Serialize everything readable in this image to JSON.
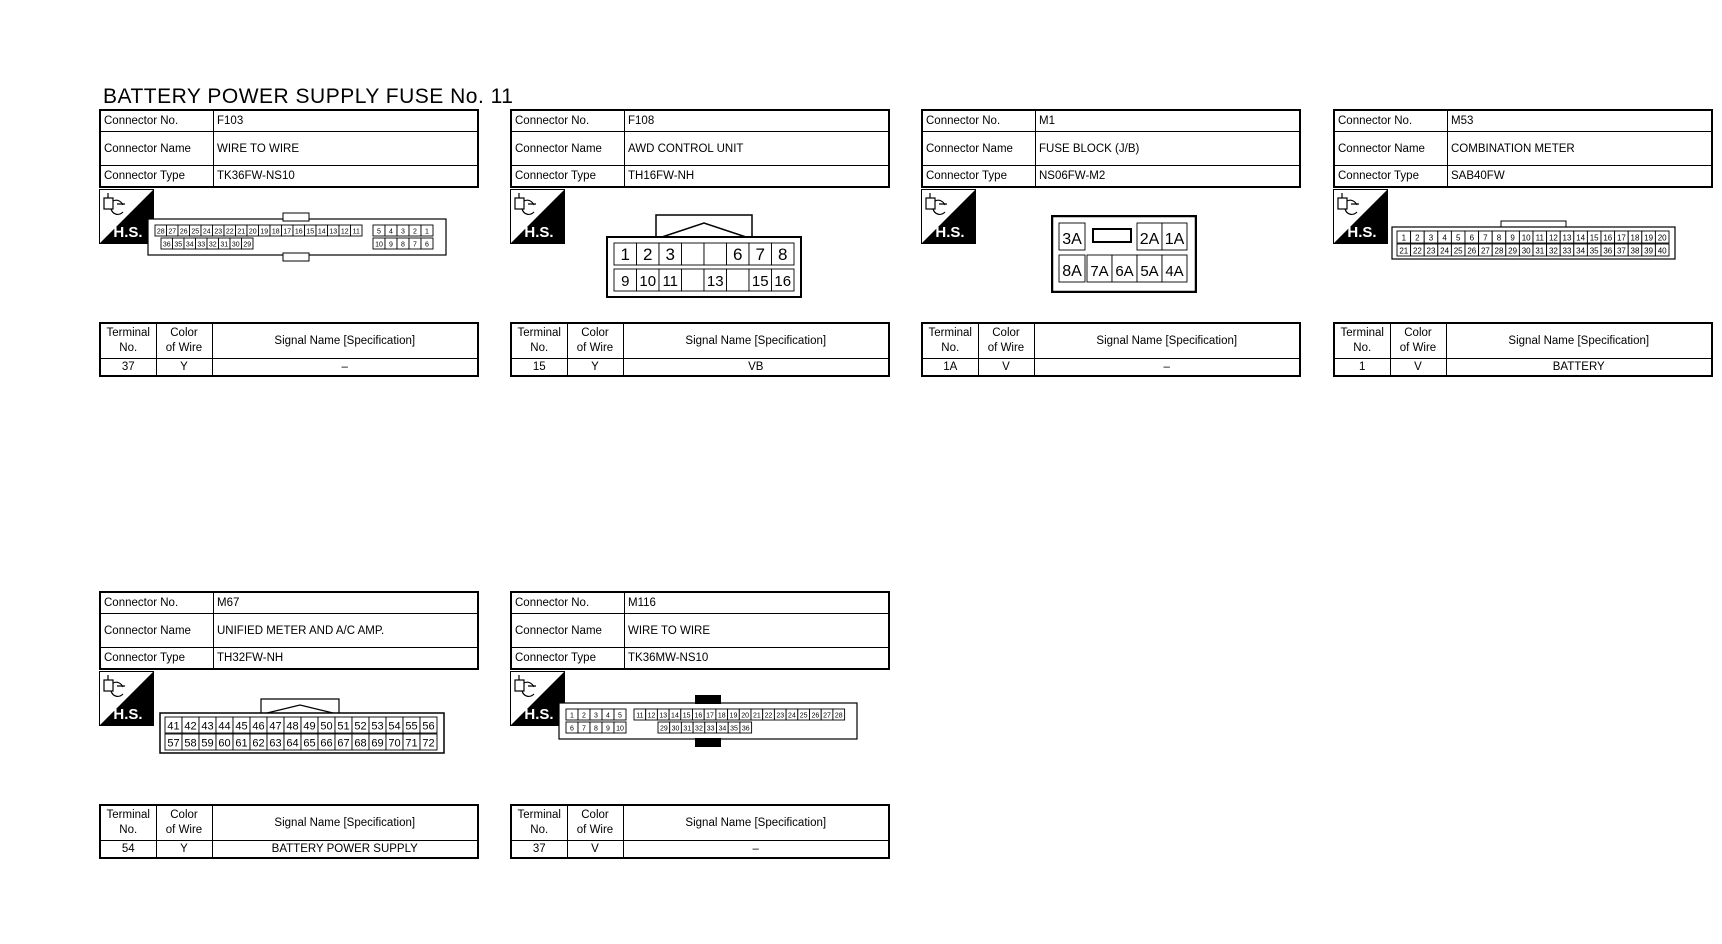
{
  "title": "BATTERY POWER SUPPLY FUSE No. 11",
  "labels": {
    "connector_no": "Connector No.",
    "connector_name": "Connector Name",
    "connector_type": "Connector Type",
    "terminal_no": [
      "Terminal",
      "No."
    ],
    "color_of_wire": [
      "Color",
      "of Wire"
    ],
    "signal_name": "Signal Name [Specification]",
    "hs": "H.S."
  },
  "connectors": [
    {
      "no": "F103",
      "name": "WIRE TO WIRE",
      "type": "TK36FW-NS10",
      "row": {
        "terminal": "37",
        "color": "Y",
        "signal": "–"
      },
      "pin_rows": [
        [
          "28",
          "27",
          "26",
          "25",
          "24",
          "23",
          "22",
          "21",
          "20",
          "19",
          "18",
          "17",
          "16",
          "15",
          "14",
          "13",
          "12",
          "11",
          "5",
          "4",
          "3",
          "2",
          "1"
        ],
        [
          "36",
          "35",
          "34",
          "33",
          "32",
          "31",
          "30",
          "29",
          "10",
          "9",
          "8",
          "7",
          "6"
        ]
      ]
    },
    {
      "no": "F108",
      "name": "AWD CONTROL UNIT",
      "type": "TH16FW-NH",
      "row": {
        "terminal": "15",
        "color": "Y",
        "signal": "VB"
      },
      "pin_rows": [
        [
          "1",
          "2",
          "3",
          "",
          "",
          "6",
          "7",
          "8"
        ],
        [
          "9",
          "10",
          "11",
          "",
          "13",
          "",
          "15",
          "16"
        ]
      ]
    },
    {
      "no": "M1",
      "name": "FUSE BLOCK (J/B)",
      "type": "NS06FW-M2",
      "row": {
        "terminal": "1A",
        "color": "V",
        "signal": "–"
      },
      "pin_rows": [
        [
          "3A",
          "2A",
          "1A"
        ],
        [
          "8A",
          "7A",
          "6A",
          "5A",
          "4A"
        ]
      ]
    },
    {
      "no": "M53",
      "name": "COMBINATION METER",
      "type": "SAB40FW",
      "row": {
        "terminal": "1",
        "color": "V",
        "signal": "BATTERY"
      },
      "pin_rows": [
        [
          "1",
          "2",
          "3",
          "4",
          "5",
          "6",
          "7",
          "8",
          "9",
          "10",
          "11",
          "12",
          "13",
          "14",
          "15",
          "16",
          "17",
          "18",
          "19",
          "20"
        ],
        [
          "21",
          "22",
          "23",
          "24",
          "25",
          "26",
          "27",
          "28",
          "29",
          "30",
          "31",
          "32",
          "33",
          "34",
          "35",
          "36",
          "37",
          "38",
          "39",
          "40"
        ]
      ]
    },
    {
      "no": "M67",
      "name": "UNIFIED METER AND A/C AMP.",
      "type": "TH32FW-NH",
      "row": {
        "terminal": "54",
        "color": "Y",
        "signal": "BATTERY POWER SUPPLY"
      },
      "pin_rows": [
        [
          "41",
          "42",
          "43",
          "44",
          "45",
          "46",
          "47",
          "48",
          "49",
          "50",
          "51",
          "52",
          "53",
          "54",
          "55",
          "56"
        ],
        [
          "57",
          "58",
          "59",
          "60",
          "61",
          "62",
          "63",
          "64",
          "65",
          "66",
          "67",
          "68",
          "69",
          "70",
          "71",
          "72"
        ]
      ]
    },
    {
      "no": "M116",
      "name": "WIRE TO WIRE",
      "type": "TK36MW-NS10",
      "row": {
        "terminal": "37",
        "color": "V",
        "signal": "–"
      },
      "pin_rows": [
        [
          "1",
          "2",
          "3",
          "4",
          "5",
          "11",
          "12",
          "13",
          "14",
          "15",
          "16",
          "17",
          "18",
          "19",
          "20",
          "21",
          "22",
          "23",
          "24",
          "25",
          "26",
          "27",
          "28"
        ],
        [
          "6",
          "7",
          "8",
          "9",
          "10",
          "29",
          "30",
          "31",
          "32",
          "33",
          "34",
          "35",
          "36"
        ]
      ]
    }
  ]
}
